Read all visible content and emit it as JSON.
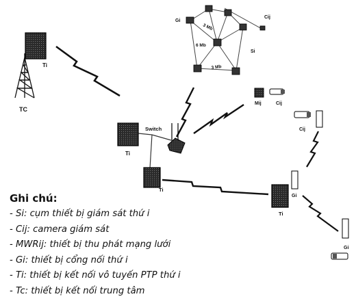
{
  "labels": {
    "ti": "Ti",
    "tc": "TC",
    "switch": "Switch",
    "gi": "Gi",
    "cij": "Cij",
    "si": "Si",
    "mij": "Mij",
    "rate": "3 Mb",
    "rate_side": "6 Mb"
  },
  "legend": {
    "title": "Ghi chú:",
    "items": [
      "- Si: cụm thiết bị giám sát thứ i",
      "- Cij: camera giám sát",
      "- MWRij: thiết bị thu phát mạng lưới",
      "- Gi: thiết bị cổng nối thứ i",
      "- Ti: thiết bị kết nối vô tuyến PTP thứ i",
      "- Tc: thiết bị kết nối trung tâm"
    ]
  }
}
